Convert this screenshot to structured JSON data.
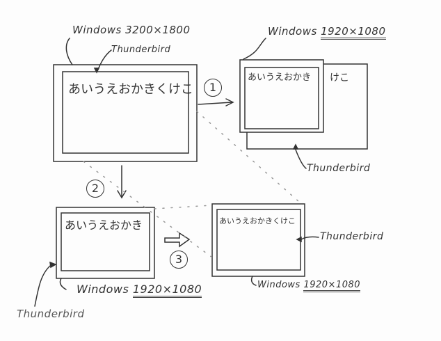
{
  "scene_1": {
    "os_label": "Windows",
    "resolution": "3200×1800",
    "app_label": "Thunderbird",
    "window_text": "あいうえおかきくけこ"
  },
  "scene_2": {
    "os_label": "Windows",
    "resolution": "1920×1080",
    "app_label": "Thunderbird",
    "window_text_visible": "あいうえおかき",
    "window_text_overflow": "けこ"
  },
  "scene_3": {
    "os_label": "Windows",
    "resolution": "1920×1080",
    "app_label": "Thunderbird",
    "window_text": "あいうえおかき"
  },
  "scene_4": {
    "os_label": "Windows",
    "resolution": "1920×1080",
    "app_label": "Thunderbird",
    "window_text": "あいうえおかきくけこ"
  },
  "steps": [
    "1",
    "2",
    "3"
  ]
}
